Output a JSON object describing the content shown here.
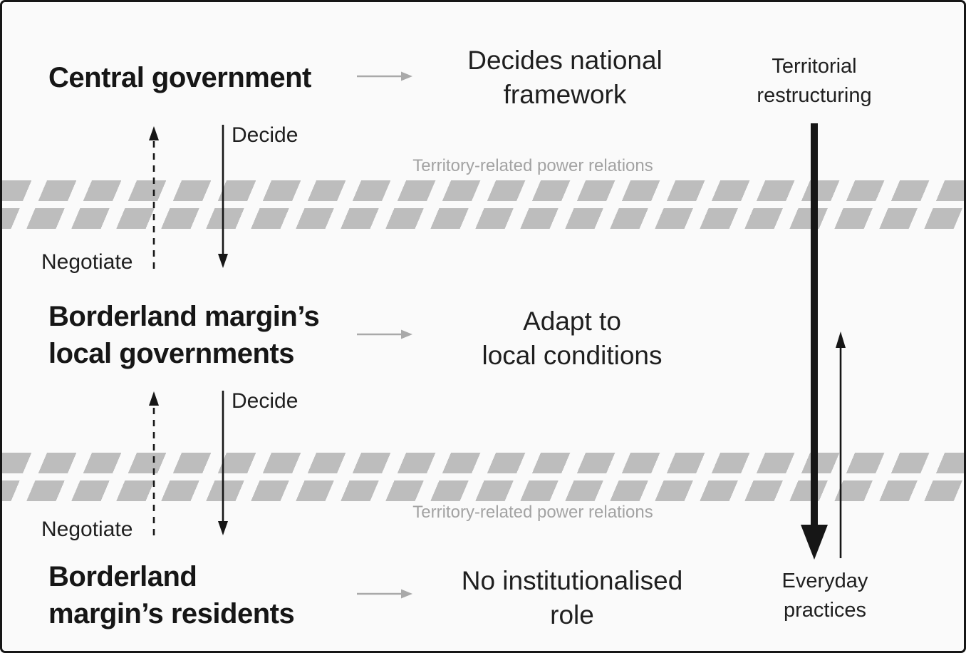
{
  "diagram": {
    "rows": [
      {
        "actor": "Central government",
        "role": "Decides national\nframework"
      },
      {
        "actor": "Borderland margin’s\nlocal governments",
        "role": "Adapt to\nlocal conditions"
      },
      {
        "actor": "Borderland\nmargin’s residents",
        "role": "No institutionalised\nrole"
      }
    ],
    "labels": {
      "decide": "Decide",
      "negotiate": "Negotiate",
      "power_relations": "Territory-related power relations",
      "territorial": "Territorial\nrestructuring",
      "everyday": "Everyday\npractices"
    }
  },
  "colors": {
    "bg": "#fafafa",
    "ink": "#161616",
    "text": "#1f1f1f",
    "muted": "#a3a3a3",
    "stripe": "#bdbdbd",
    "gray-arrow": "#a9a9a9",
    "border": "#161616"
  }
}
